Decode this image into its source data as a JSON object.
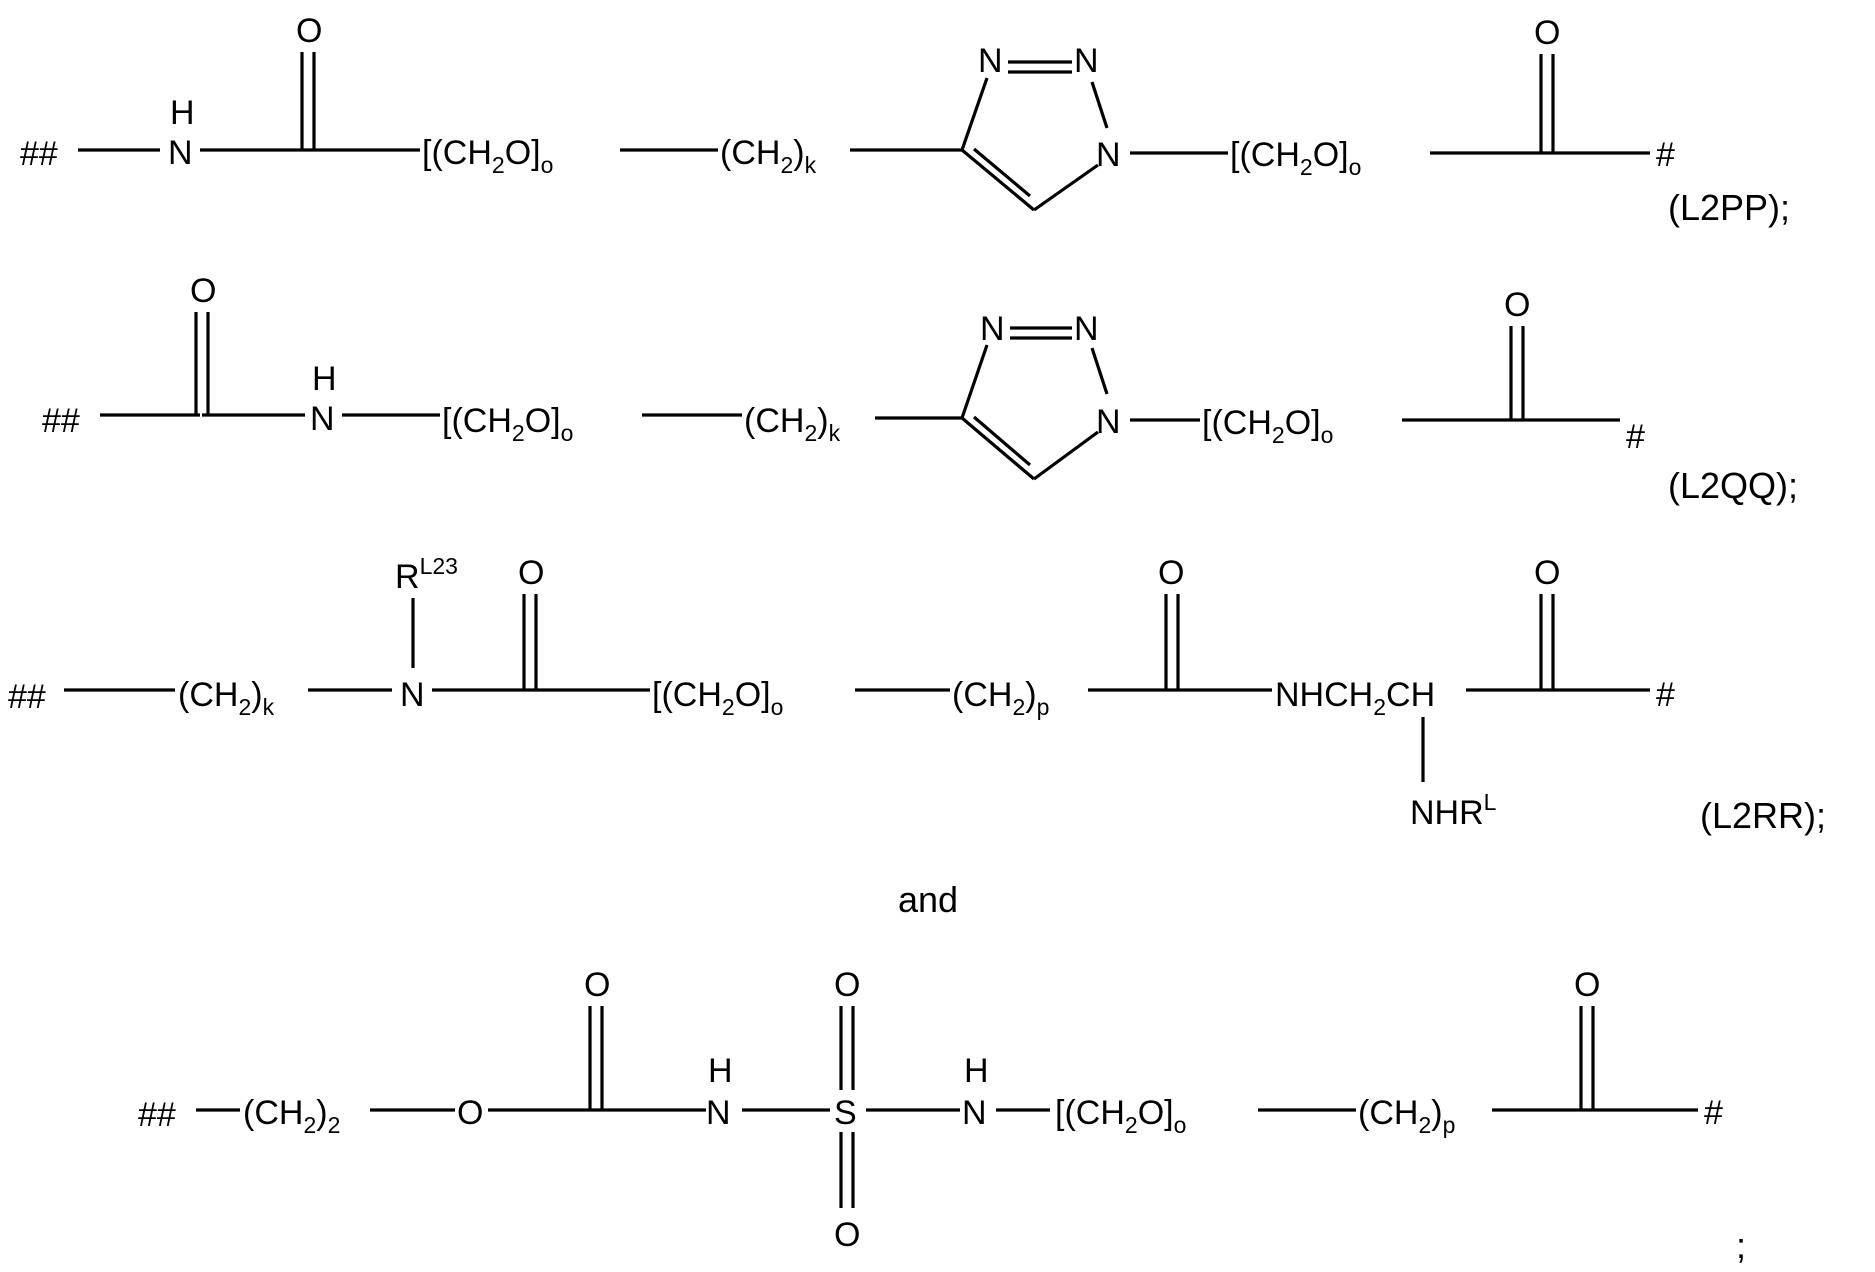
{
  "structures": [
    {
      "label": "(L2PP);",
      "atoms": {
        "start": "##",
        "nh_h": "H",
        "nh_n": "N",
        "o1": "O",
        "n1": "N",
        "n2": "N",
        "n3": "N",
        "o2": "O",
        "end": "#"
      }
    },
    {
      "label": "(L2QQ);",
      "atoms": {
        "start": "##",
        "o1": "O",
        "nh_h": "H",
        "nh_n": "N",
        "n1": "N",
        "n2": "N",
        "n3": "N",
        "o2": "O",
        "end": "#"
      }
    },
    {
      "label": "(L2RR);",
      "atoms": {
        "start": "##",
        "r": "R",
        "r_sup": "L23",
        "n": "N",
        "o1": "O",
        "o2": "O",
        "o3": "O",
        "nhch2ch_a": "NHCH",
        "nhch2ch_b": "CH",
        "nhr": "NHR",
        "nhr_sup": "L",
        "end": "#"
      }
    },
    {
      "label": ";",
      "atoms": {
        "start": "##",
        "o_ether": "O",
        "o1": "O",
        "nh1_h": "H",
        "nh1_n": "N",
        "s": "S",
        "so_top": "O",
        "so_bottom": "O",
        "nh2_h": "H",
        "nh2_n": "N",
        "o2": "O",
        "end": "#"
      }
    }
  ],
  "groups": {
    "peg_open": "[(CH",
    "sub_2": "2",
    "peg_close": "O]",
    "sub_o": "o",
    "ch2_open": "(CH",
    "close_paren": ")",
    "sub_k": "k",
    "sub_p": "p",
    "ch2_2_close": ")"
  },
  "connector": "and"
}
